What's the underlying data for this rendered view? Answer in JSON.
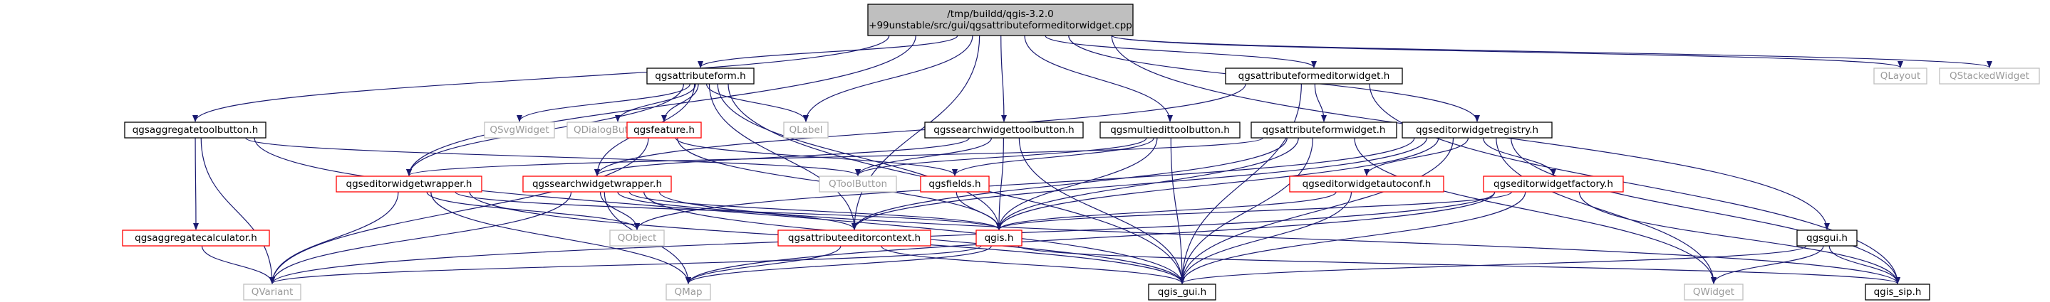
{
  "colors": {
    "edge": "#191970",
    "root_fill": "#bfbfbf",
    "border_default": "#000000",
    "border_incomplete": "#ff0000",
    "border_external": "#bfbfbf",
    "text_default": "#000000",
    "text_external": "#9a9a9a"
  },
  "nodes": [
    {
      "id": "root",
      "label": [
        "/tmp/buildd/qgis-3.2.0",
        "+99unstable/src/gui/qgsattributeformeditorwidget.cpp"
      ],
      "kind": "root"
    },
    {
      "id": "qsaggregatetoolbutton",
      "label": [
        "qgsaggregatetoolbutton.h"
      ],
      "kind": "normal"
    },
    {
      "id": "qgsattributeform",
      "label": [
        "qgsattributeform.h"
      ],
      "kind": "normal"
    },
    {
      "id": "qgsattributeformeditorwidget",
      "label": [
        "qgsattributeformeditorwidget.h"
      ],
      "kind": "normal"
    },
    {
      "id": "qlayout",
      "label": [
        "QLayout"
      ],
      "kind": "external"
    },
    {
      "id": "qstackedwidget",
      "label": [
        "QStackedWidget"
      ],
      "kind": "external"
    },
    {
      "id": "qsvgwidget",
      "label": [
        "QSvgWidget"
      ],
      "kind": "external"
    },
    {
      "id": "qdialogbuttonbox",
      "label": [
        "QDialogButtonBox"
      ],
      "kind": "external"
    },
    {
      "id": "qgsfeature",
      "label": [
        "qgsfeature.h"
      ],
      "kind": "incomplete"
    },
    {
      "id": "qlabel",
      "label": [
        "QLabel"
      ],
      "kind": "external"
    },
    {
      "id": "qgssearchwidgettoolbutton",
      "label": [
        "qgssearchwidgettoolbutton.h"
      ],
      "kind": "normal"
    },
    {
      "id": "qgsmultiedittoolbutton",
      "label": [
        "qgsmultiedittoolbutton.h"
      ],
      "kind": "normal"
    },
    {
      "id": "qgsattributeformwidget",
      "label": [
        "qgsattributeformwidget.h"
      ],
      "kind": "normal"
    },
    {
      "id": "qgseditorwidgetregistry",
      "label": [
        "qgseditorwidgetregistry.h"
      ],
      "kind": "normal"
    },
    {
      "id": "qgseditorwidgetwrapper",
      "label": [
        "qgseditorwidgetwrapper.h"
      ],
      "kind": "incomplete"
    },
    {
      "id": "qgssearchwidgetwrapper",
      "label": [
        "qgssearchwidgetwrapper.h"
      ],
      "kind": "incomplete"
    },
    {
      "id": "qtoolbutton",
      "label": [
        "QToolButton"
      ],
      "kind": "external"
    },
    {
      "id": "qgsfields",
      "label": [
        "qgsfields.h"
      ],
      "kind": "incomplete"
    },
    {
      "id": "qgseditorwidgetautoconf",
      "label": [
        "qgseditorwidgetautoconf.h"
      ],
      "kind": "incomplete"
    },
    {
      "id": "qgseditorwidgetfactory",
      "label": [
        "qgseditorwidgetfactory.h"
      ],
      "kind": "incomplete"
    },
    {
      "id": "qgsgui",
      "label": [
        "qgsgui.h"
      ],
      "kind": "normal"
    },
    {
      "id": "qgsaggregatecalculator",
      "label": [
        "qgsaggregatecalculator.h"
      ],
      "kind": "incomplete"
    },
    {
      "id": "qobject",
      "label": [
        "QObject"
      ],
      "kind": "external"
    },
    {
      "id": "qgsattributeeditorcontext",
      "label": [
        "qgsattributeeditorcontext.h"
      ],
      "kind": "incomplete"
    },
    {
      "id": "qgis",
      "label": [
        "qgis.h"
      ],
      "kind": "incomplete"
    },
    {
      "id": "qvariant",
      "label": [
        "QVariant"
      ],
      "kind": "external"
    },
    {
      "id": "qmap",
      "label": [
        "QMap"
      ],
      "kind": "external"
    },
    {
      "id": "qgis_gui",
      "label": [
        "qgis_gui.h"
      ],
      "kind": "normal"
    },
    {
      "id": "qwidget",
      "label": [
        "QWidget"
      ],
      "kind": "external"
    },
    {
      "id": "qgis_sip",
      "label": [
        "qgis_sip.h"
      ],
      "kind": "normal"
    }
  ],
  "edges": [
    [
      "root",
      "qsaggregatetoolbutton"
    ],
    [
      "root",
      "qgsattributeform"
    ],
    [
      "root",
      "qgsattributeformeditorwidget"
    ],
    [
      "root",
      "qlayout"
    ],
    [
      "root",
      "qstackedwidget"
    ],
    [
      "root",
      "qlabel"
    ],
    [
      "root",
      "qgssearchwidgettoolbutton"
    ],
    [
      "root",
      "qgsmultiedittoolbutton"
    ],
    [
      "root",
      "qgseditorwidgetregistry"
    ],
    [
      "root",
      "qgseditorwidgetwrapper"
    ],
    [
      "root",
      "qgsattributeeditorcontext"
    ],
    [
      "root",
      "qgsgui"
    ],
    [
      "qsaggregatetoolbutton",
      "qgsaggregatecalculator"
    ],
    [
      "qsaggregatetoolbutton",
      "qtoolbutton"
    ],
    [
      "qsaggregatetoolbutton",
      "qvariant"
    ],
    [
      "qsaggregatetoolbutton",
      "qgis_gui"
    ],
    [
      "qgsaggregatecalculator",
      "qvariant"
    ],
    [
      "qgsattributeform",
      "qsvgwidget"
    ],
    [
      "qgsattributeform",
      "qdialogbuttonbox"
    ],
    [
      "qgsattributeform",
      "qgsfeature"
    ],
    [
      "qgsattributeform",
      "qlabel"
    ],
    [
      "qgsattributeform",
      "qgseditorwidgetwrapper"
    ],
    [
      "qgsattributeform",
      "qgssearchwidgetwrapper"
    ],
    [
      "qgsattributeform",
      "qgsattributeeditorcontext"
    ],
    [
      "qgsattributeform",
      "qgis"
    ],
    [
      "qgsattributeform",
      "qgis_gui"
    ],
    [
      "qgsfeature",
      "qvariant"
    ],
    [
      "qgsfeature",
      "qgsfields"
    ],
    [
      "qgsfeature",
      "qgis"
    ],
    [
      "qgsfields",
      "qgis"
    ],
    [
      "qgsattributeformeditorwidget",
      "qgsattributeformwidget"
    ],
    [
      "qgsattributeformeditorwidget",
      "qgis_gui"
    ],
    [
      "qgsattributeformeditorwidget",
      "qgis_sip"
    ],
    [
      "qgsattributeformeditorwidget",
      "qgssearchwidgetwrapper"
    ],
    [
      "qgsattributeformwidget",
      "qwidget"
    ],
    [
      "qgsattributeformwidget",
      "qgis_gui"
    ],
    [
      "qgsattributeformwidget",
      "qgis"
    ],
    [
      "qgsattributeformwidget",
      "qgsattributeeditorcontext"
    ],
    [
      "qgsattributeformwidget",
      "qgseditorwidgetwrapper"
    ],
    [
      "qgssearchwidgettoolbutton",
      "qtoolbutton"
    ],
    [
      "qgssearchwidgettoolbutton",
      "qgis"
    ],
    [
      "qgssearchwidgettoolbutton",
      "qgis_gui"
    ],
    [
      "qgssearchwidgettoolbutton",
      "qgssearchwidgetwrapper"
    ],
    [
      "qgsmultiedittoolbutton",
      "qtoolbutton"
    ],
    [
      "qgsmultiedittoolbutton",
      "qgis"
    ],
    [
      "qgsmultiedittoolbutton",
      "qgis_gui"
    ],
    [
      "qgsmultiedittoolbutton",
      "qgsfields"
    ],
    [
      "qgseditorwidgetregistry",
      "qgseditorwidgetautoconf"
    ],
    [
      "qgseditorwidgetregistry",
      "qgseditorwidgetfactory"
    ],
    [
      "qgseditorwidgetregistry",
      "qgis_gui"
    ],
    [
      "qgseditorwidgetregistry",
      "qgis_sip"
    ],
    [
      "qgseditorwidgetregistry",
      "qgis"
    ],
    [
      "qgseditorwidgetregistry",
      "qobject"
    ],
    [
      "qgseditorwidgetregistry",
      "qwidget"
    ],
    [
      "qgseditorwidgetregistry",
      "qgsattributeeditorcontext"
    ],
    [
      "qgseditorwidgetautoconf",
      "qgis"
    ],
    [
      "qgseditorwidgetautoconf",
      "qgis_gui"
    ],
    [
      "qgseditorwidgetfactory",
      "qgis"
    ],
    [
      "qgseditorwidgetfactory",
      "qgis_gui"
    ],
    [
      "qgseditorwidgetfactory",
      "qgis_sip"
    ],
    [
      "qgseditorwidgetfactory",
      "qmap"
    ],
    [
      "qgseditorwidgetfactory",
      "qvariant"
    ],
    [
      "qgseditorwidgetwrapper",
      "qobject"
    ],
    [
      "qgseditorwidgetwrapper",
      "qvariant"
    ],
    [
      "qgseditorwidgetwrapper",
      "qmap"
    ],
    [
      "qgseditorwidgetwrapper",
      "qgis"
    ],
    [
      "qgseditorwidgetwrapper",
      "qgis_gui"
    ],
    [
      "qgssearchwidgetwrapper",
      "qobject"
    ],
    [
      "qgssearchwidgetwrapper",
      "qmap"
    ],
    [
      "qgssearchwidgetwrapper",
      "qvariant"
    ],
    [
      "qgssearchwidgetwrapper",
      "qgis"
    ],
    [
      "qgssearchwidgetwrapper",
      "qgis_gui"
    ],
    [
      "qgssearchwidgetwrapper",
      "qgis_sip"
    ],
    [
      "qgssearchwidgetwrapper",
      "qgsattributeeditorcontext"
    ],
    [
      "qgsattributeeditorcontext",
      "qmap"
    ],
    [
      "qgsattributeeditorcontext",
      "qgis_gui"
    ],
    [
      "qgis",
      "qvariant"
    ],
    [
      "qgis",
      "qmap"
    ],
    [
      "qgis",
      "qgis_sip"
    ],
    [
      "qgsgui",
      "qwidget"
    ],
    [
      "qgsgui",
      "qgis_gui"
    ],
    [
      "qgsgui",
      "qgis_sip"
    ]
  ]
}
